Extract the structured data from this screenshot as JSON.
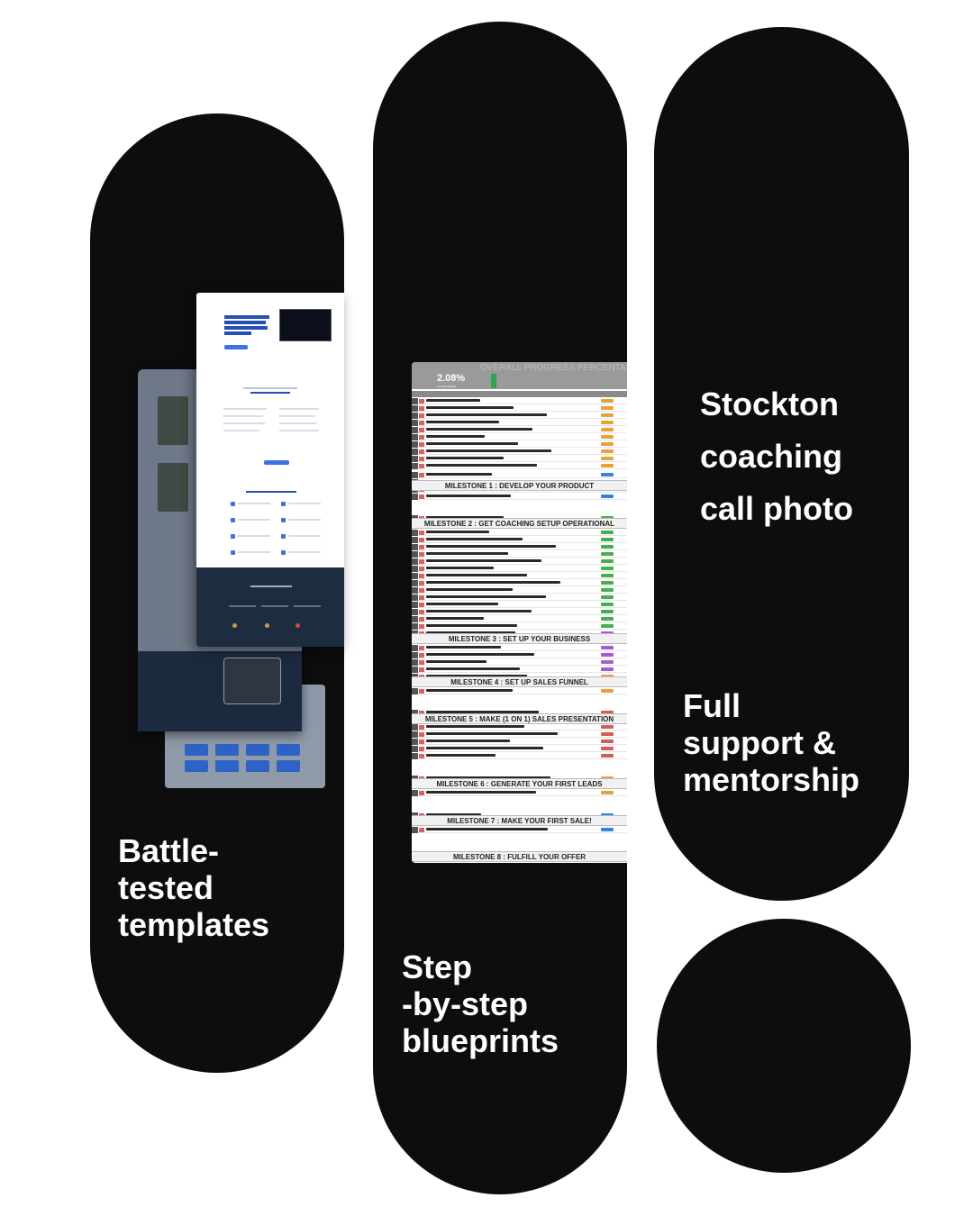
{
  "cards": {
    "templates": {
      "label_lines": [
        "Battle-",
        "tested",
        "templates"
      ]
    },
    "blueprints": {
      "label_lines": [
        "Step",
        "-by-step",
        "blueprints"
      ]
    },
    "coaching": {
      "label_lines": [
        "Stockton",
        "coaching",
        "call photo"
      ]
    },
    "support": {
      "label_lines": [
        "Full",
        "support &",
        "mentorship"
      ]
    }
  },
  "spreadsheet": {
    "title": "OVERALL PROGRESS PERCENTA",
    "percent": "2.08%",
    "completed_label": "COMPLETED",
    "milestones": [
      "MILESTONE 1 : DEVELOP YOUR PRODUCT",
      "MILESTONE 2 : GET COACHING SETUP OPERATIONAL",
      "MILESTONE 3 : SET UP YOUR BUSINESS",
      "MILESTONE 4 : SET UP SALES FUNNEL",
      "MILESTONE 5 : MAKE (1 ON 1) SALES PRESENTATION",
      "MILESTONE 6 : GENERATE YOUR FIRST LEADS",
      "MILESTONE 7 : MAKE YOUR FIRST SALE!",
      "MILESTONE 8 : FULFILL YOUR OFFER"
    ]
  },
  "colors": {
    "pill": "#0d0d0d",
    "label": "#ffffff",
    "progress": "#2aa84a",
    "accent_blue": "#2450b8"
  }
}
